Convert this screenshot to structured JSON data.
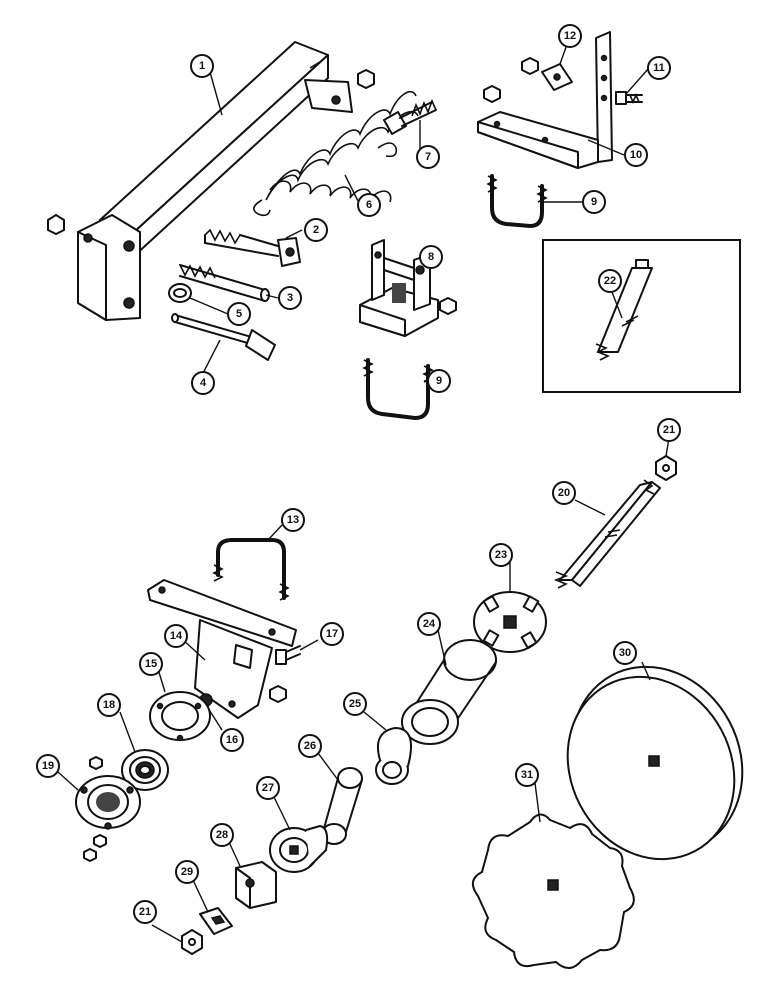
{
  "callouts": [
    {
      "id": "c1",
      "label": "1"
    },
    {
      "id": "c2",
      "label": "2"
    },
    {
      "id": "c3",
      "label": "3"
    },
    {
      "id": "c4",
      "label": "4"
    },
    {
      "id": "c5",
      "label": "5"
    },
    {
      "id": "c6",
      "label": "6"
    },
    {
      "id": "c7",
      "label": "7"
    },
    {
      "id": "c8",
      "label": "8"
    },
    {
      "id": "c9a",
      "label": "9"
    },
    {
      "id": "c9b",
      "label": "9"
    },
    {
      "id": "c10",
      "label": "10"
    },
    {
      "id": "c11",
      "label": "11"
    },
    {
      "id": "c12",
      "label": "12"
    },
    {
      "id": "c13",
      "label": "13"
    },
    {
      "id": "c14",
      "label": "14"
    },
    {
      "id": "c15",
      "label": "15"
    },
    {
      "id": "c16",
      "label": "16"
    },
    {
      "id": "c17",
      "label": "17"
    },
    {
      "id": "c18",
      "label": "18"
    },
    {
      "id": "c19",
      "label": "19"
    },
    {
      "id": "c20",
      "label": "20"
    },
    {
      "id": "c21a",
      "label": "21"
    },
    {
      "id": "c21b",
      "label": "21"
    },
    {
      "id": "c22",
      "label": "22"
    },
    {
      "id": "c23",
      "label": "23"
    },
    {
      "id": "c24",
      "label": "24"
    },
    {
      "id": "c25",
      "label": "25"
    },
    {
      "id": "c26",
      "label": "26"
    },
    {
      "id": "c27",
      "label": "27"
    },
    {
      "id": "c28",
      "label": "28"
    },
    {
      "id": "c29",
      "label": "29"
    },
    {
      "id": "c30",
      "label": "30"
    },
    {
      "id": "c31",
      "label": "31"
    }
  ],
  "colors": {
    "ink": "#111111",
    "paper": "#ffffff"
  }
}
